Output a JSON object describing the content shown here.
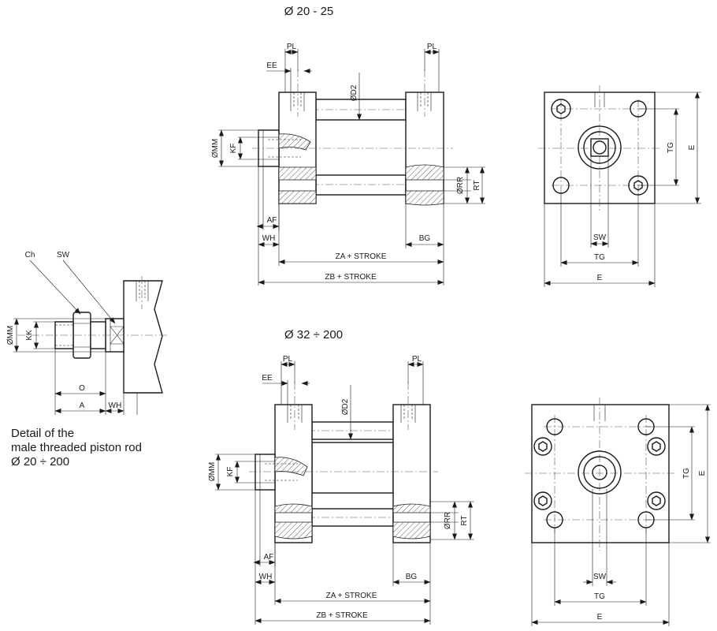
{
  "titles": {
    "small_bore": "Ø 20 - 25",
    "large_bore": "Ø 32 ÷ 200"
  },
  "caption": {
    "line1": "Detail of the",
    "line2": "male threaded piston rod",
    "line3": "Ø 20 ÷ 200"
  },
  "labels": {
    "pl": "PL",
    "ee": "EE",
    "d2": "ØD2",
    "mm": "ØMM",
    "kf": "KF",
    "rr": "ØRR",
    "rt": "RT",
    "af": "AF",
    "wh": "WH",
    "bg": "BG",
    "za": "ZA + STROKE",
    "zb": "ZB + STROKE",
    "tg": "TG",
    "e": "E",
    "sw": "SW",
    "ch": "Ch",
    "kk": "KK",
    "o": "O",
    "a": "A"
  },
  "colors": {
    "line": "#1a1a1a",
    "center_line": "#555555",
    "background": "#ffffff"
  }
}
